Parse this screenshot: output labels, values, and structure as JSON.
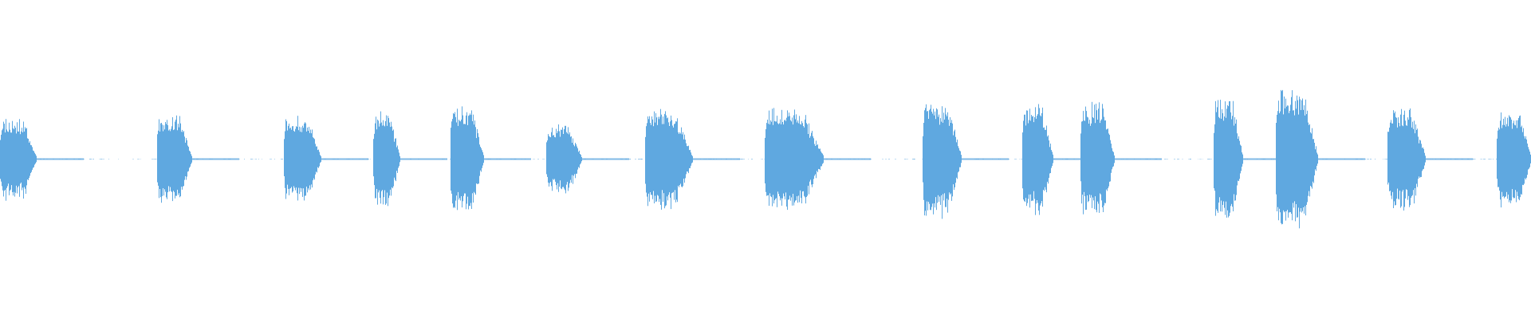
{
  "waveform": {
    "color": "#5fa8e0",
    "background": "#ffffff",
    "amplitude_scale": 1.0,
    "clips": [
      {
        "start": 0.0,
        "end": 0.0235,
        "peak": 0.24
      },
      {
        "start": 0.1025,
        "end": 0.125,
        "peak": 0.26
      },
      {
        "start": 0.1855,
        "end": 0.2095,
        "peak": 0.25
      },
      {
        "start": 0.2435,
        "end": 0.261,
        "peak": 0.28
      },
      {
        "start": 0.2945,
        "end": 0.3155,
        "peak": 0.31
      },
      {
        "start": 0.357,
        "end": 0.3795,
        "peak": 0.2
      },
      {
        "start": 0.4215,
        "end": 0.452,
        "peak": 0.29
      },
      {
        "start": 0.4995,
        "end": 0.5375,
        "peak": 0.3
      },
      {
        "start": 0.6025,
        "end": 0.6275,
        "peak": 0.35
      },
      {
        "start": 0.6675,
        "end": 0.6875,
        "peak": 0.33
      },
      {
        "start": 0.7055,
        "end": 0.7275,
        "peak": 0.34
      },
      {
        "start": 0.7925,
        "end": 0.8115,
        "peak": 0.37
      },
      {
        "start": 0.8335,
        "end": 0.8605,
        "peak": 0.41
      },
      {
        "start": 0.9065,
        "end": 0.9305,
        "peak": 0.3
      },
      {
        "start": 0.9775,
        "end": 1.0,
        "peak": 0.28
      }
    ]
  }
}
